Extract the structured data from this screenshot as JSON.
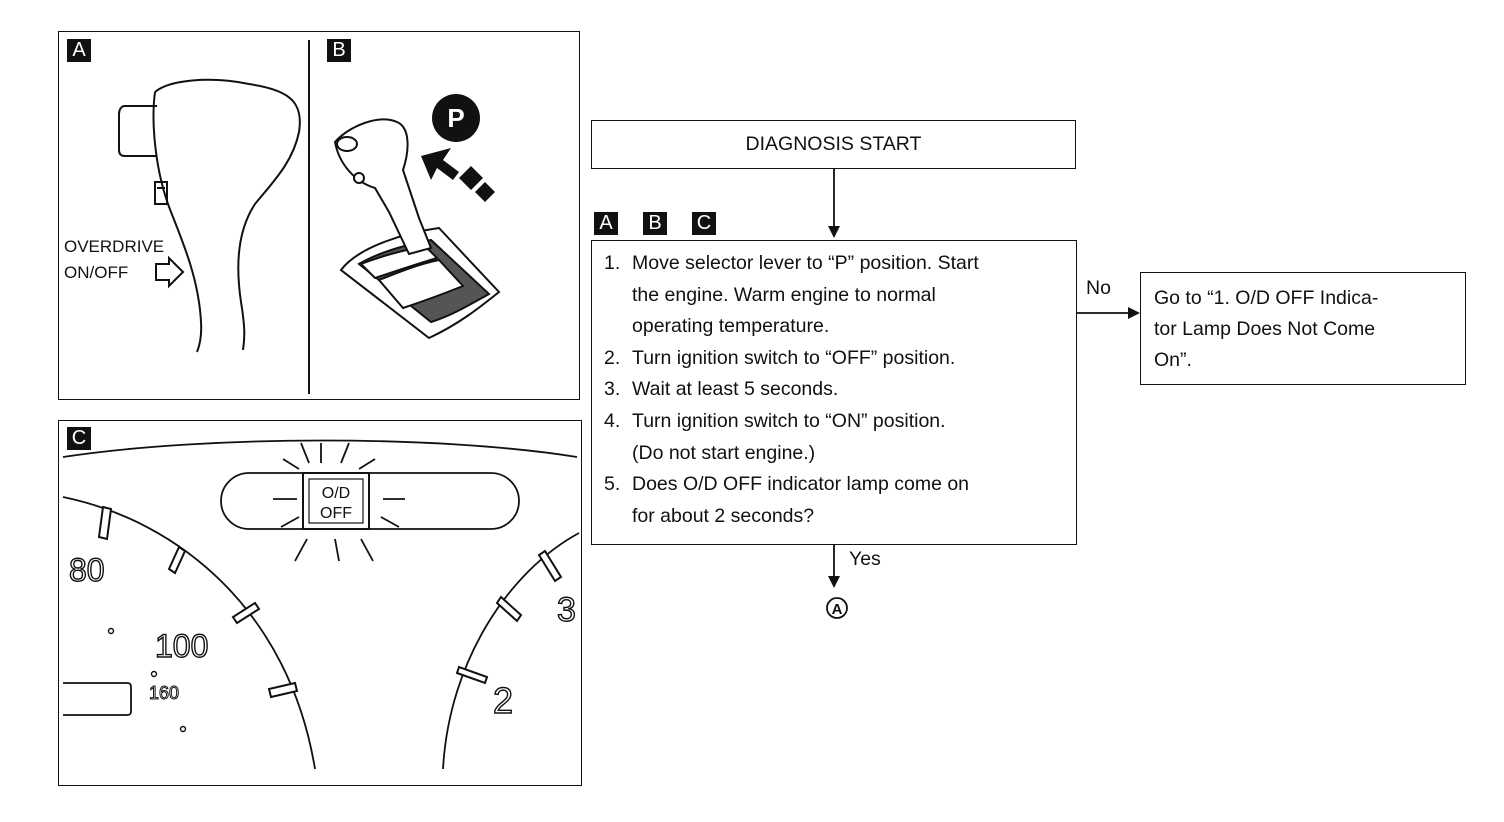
{
  "panels": {
    "a": {
      "tag": "A",
      "label_line1": "OVERDRIVE",
      "label_line2": "ON/OFF"
    },
    "b": {
      "tag": "B",
      "park_symbol": "P"
    },
    "c": {
      "tag": "C",
      "lamp_line1": "O/D",
      "lamp_line2": "OFF",
      "speed_80": "80",
      "speed_100": "100",
      "speed_160": "160",
      "tach_2": "2",
      "tach_3": "3"
    }
  },
  "flow": {
    "start_label": "DIAGNOSIS START",
    "tags": [
      "A",
      "B",
      "C"
    ],
    "steps": [
      {
        "num": "1.",
        "lines": [
          "Move selector lever to “P” position. Start",
          "the engine. Warm engine to normal",
          "operating temperature."
        ]
      },
      {
        "num": "2.",
        "lines": [
          "Turn ignition switch to “OFF” position."
        ]
      },
      {
        "num": "3.",
        "lines": [
          "Wait at least 5 seconds."
        ]
      },
      {
        "num": "4.",
        "lines": [
          "Turn ignition switch to “ON” position.",
          "(Do not start engine.)"
        ]
      },
      {
        "num": "5.",
        "lines": [
          "Does O/D OFF indicator lamp come on",
          "for about 2 seconds?"
        ]
      }
    ],
    "no_label": "No",
    "yes_label": "Yes",
    "no_target_lines": [
      "Go to “1. O/D OFF Indica-",
      "tor Lamp Does Not Come",
      "On”."
    ],
    "connector": "A"
  }
}
